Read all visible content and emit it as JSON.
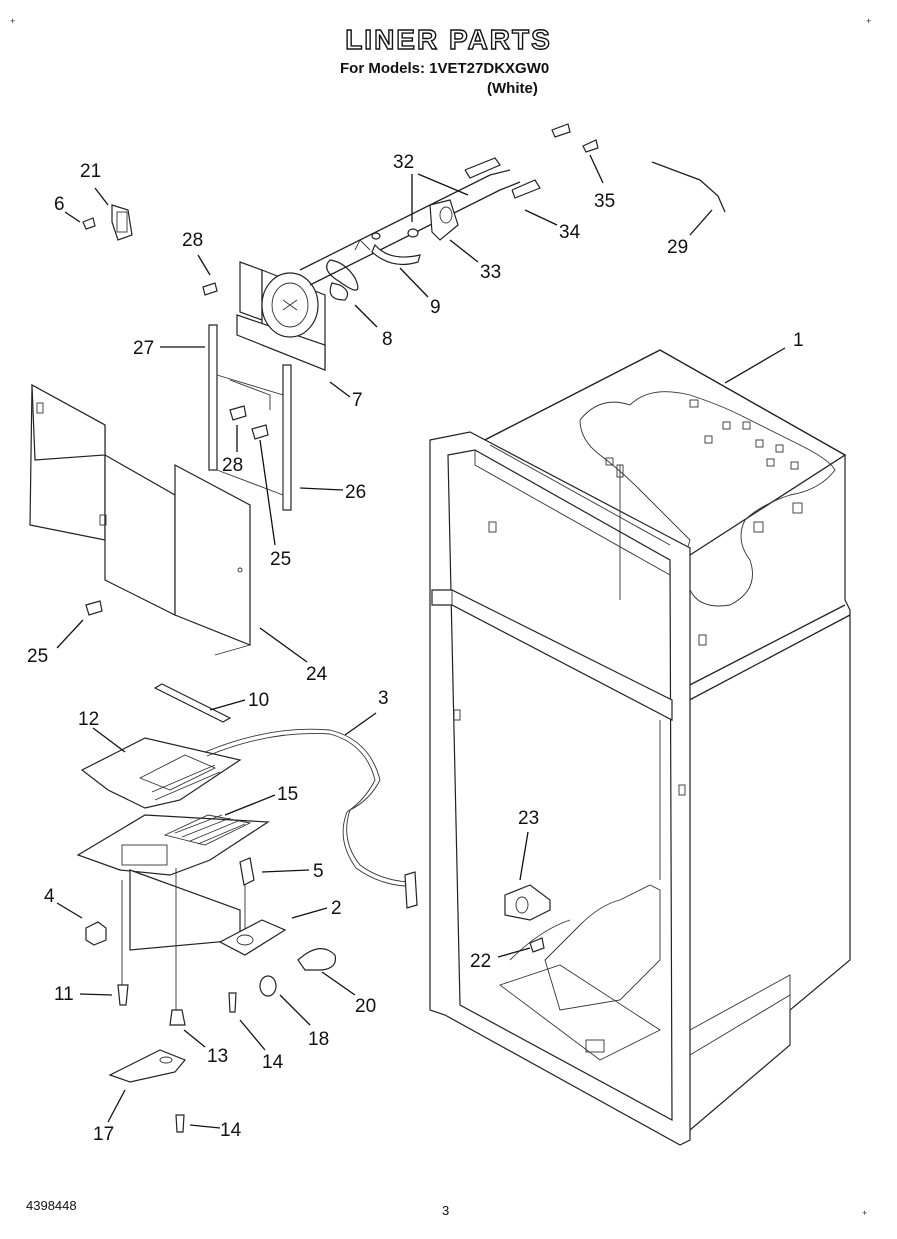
{
  "header": {
    "title": "LINER PARTS",
    "models_line": "For Models: 1VET27DKXGW0",
    "color_line": "(White)"
  },
  "callouts": {
    "c1": "1",
    "c2": "2",
    "c3": "3",
    "c4": "4",
    "c5": "5",
    "c6": "6",
    "c7": "7",
    "c8": "8",
    "c9": "9",
    "c10": "10",
    "c11": "11",
    "c12": "12",
    "c13": "13",
    "c14a": "14",
    "c14b": "14",
    "c15": "15",
    "c17": "17",
    "c18": "18",
    "c20": "20",
    "c21": "21",
    "c22": "22",
    "c23": "23",
    "c24": "24",
    "c25a": "25",
    "c25b": "25",
    "c26": "26",
    "c27": "27",
    "c28a": "28",
    "c28b": "28",
    "c29": "29",
    "c32": "32",
    "c33": "33",
    "c34": "34",
    "c35": "35"
  },
  "footer": {
    "doc_number": "4398448",
    "page_number": "3"
  }
}
